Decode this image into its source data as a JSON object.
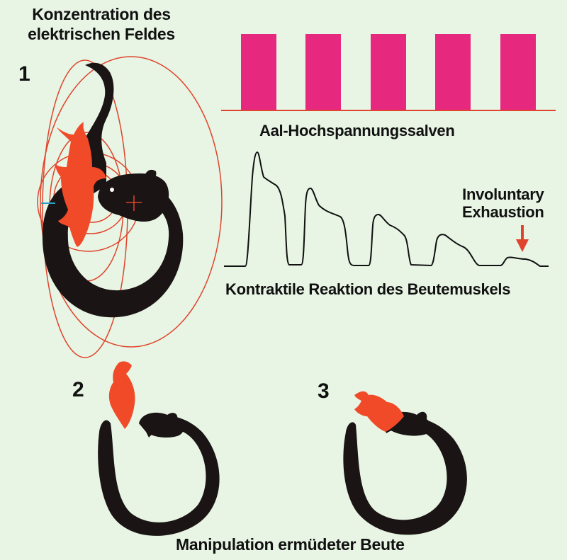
{
  "labels": {
    "field_line1": "Konzentration des",
    "field_line2": "elektrischen Feldes",
    "step1": "1",
    "step2": "2",
    "step3": "3",
    "volleys": "Aal-Hochspannungssalven",
    "exhaustion_line1": "Involuntary",
    "exhaustion_line2": "Exhaustion",
    "response": "Kontraktile Reaktion des Beutemuskels",
    "manipulation": "Manipulation ermüdeter Beute"
  },
  "colors": {
    "background": "#e8f5e4",
    "eel": "#1a1414",
    "fish": "#f04a28",
    "field_lines": "#e0442c",
    "pulses": "#e6287f",
    "baseline": "#e0442c",
    "trace": "#111111",
    "arrow": "#e0442c"
  },
  "pulses": {
    "count": 5
  }
}
